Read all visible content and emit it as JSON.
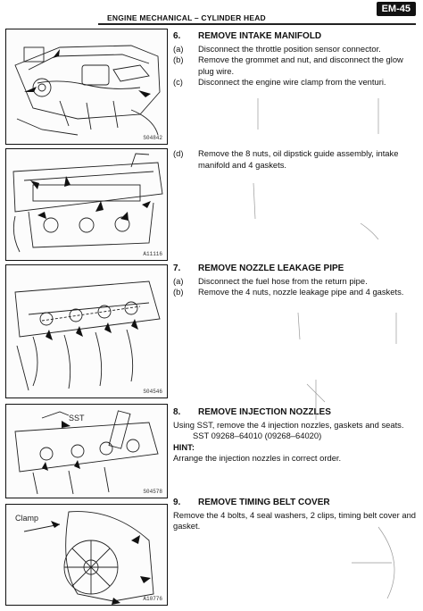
{
  "header": {
    "title": "ENGINE MECHANICAL  –  CYLINDER HEAD",
    "page": "EM-45"
  },
  "figures": [
    {
      "code": "S04842"
    },
    {
      "code": "A11116"
    },
    {
      "code": "S04546"
    },
    {
      "code": "S04578",
      "label": "SST"
    },
    {
      "code": "A10776",
      "label": "Clamp"
    }
  ],
  "sections": {
    "s6": {
      "number": "6.",
      "title": "REMOVE INTAKE MANIFOLD",
      "steps": [
        {
          "letter": "(a)",
          "text": "Disconnect the throttle position sensor connector."
        },
        {
          "letter": "(b)",
          "text": "Remove the grommet and nut, and disconnect the glow plug wire."
        },
        {
          "letter": "(c)",
          "text": "Disconnect the engine wire clamp from the venturi."
        },
        {
          "letter": "(d)",
          "text": "Remove the 8 nuts, oil dipstick guide assembly, intake manifold and 4 gaskets."
        }
      ]
    },
    "s7": {
      "number": "7.",
      "title": "REMOVE NOZZLE LEAKAGE PIPE",
      "steps": [
        {
          "letter": "(a)",
          "text": "Disconnect the fuel hose from the return pipe."
        },
        {
          "letter": "(b)",
          "text": "Remove the 4 nuts, nozzle leakage pipe and 4 gaskets."
        }
      ]
    },
    "s8": {
      "number": "8.",
      "title": "REMOVE INJECTION NOZZLES",
      "line1": "Using SST, remove the 4 injection nozzles, gaskets and seats.",
      "sst": "SST   09268–64010 (09268–64020)",
      "hint_label": "HINT:",
      "hint": "Arrange the injection nozzles in correct order."
    },
    "s9": {
      "number": "9.",
      "title": "REMOVE TIMING BELT COVER",
      "line1": "Remove the 4 bolts, 4 seal washers, 2 clips, timing belt cover and gasket."
    }
  }
}
